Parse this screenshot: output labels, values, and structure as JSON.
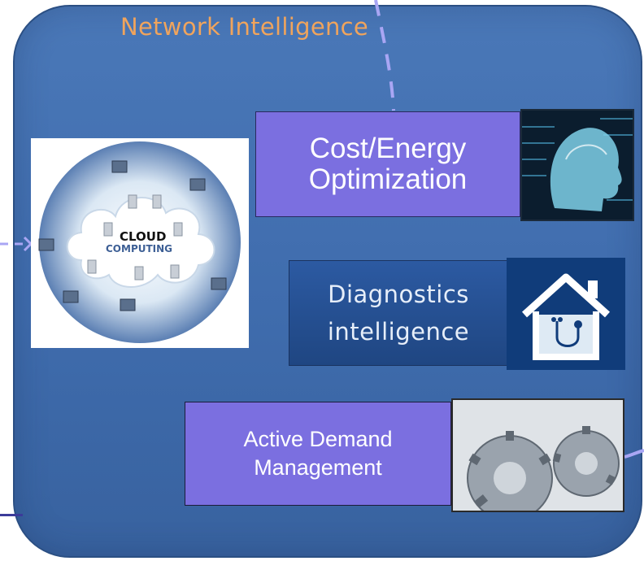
{
  "title": "Network Intelligence",
  "boxes": {
    "cost": {
      "line1": "Cost/Energy",
      "line2": "Optimization"
    },
    "diagnostics": {
      "line1": "Diagnostics",
      "line2": "intelligence"
    },
    "adm": {
      "line1": "Active Demand",
      "line2": "Management"
    }
  },
  "cloud": {
    "line1": "CLOUD",
    "line2": "COMPUTING"
  },
  "icons": {
    "cloud": "cloud-computing-icon",
    "head": "digital-head-icon",
    "house": "house-stethoscope-icon",
    "gears": "gears-icon"
  },
  "colors": {
    "panel": "#4a78b8",
    "title": "#f0a45c",
    "box_purple": "#7b6fe0",
    "box_blue": "#2c5aa2",
    "dash": "#a9a6f4"
  }
}
